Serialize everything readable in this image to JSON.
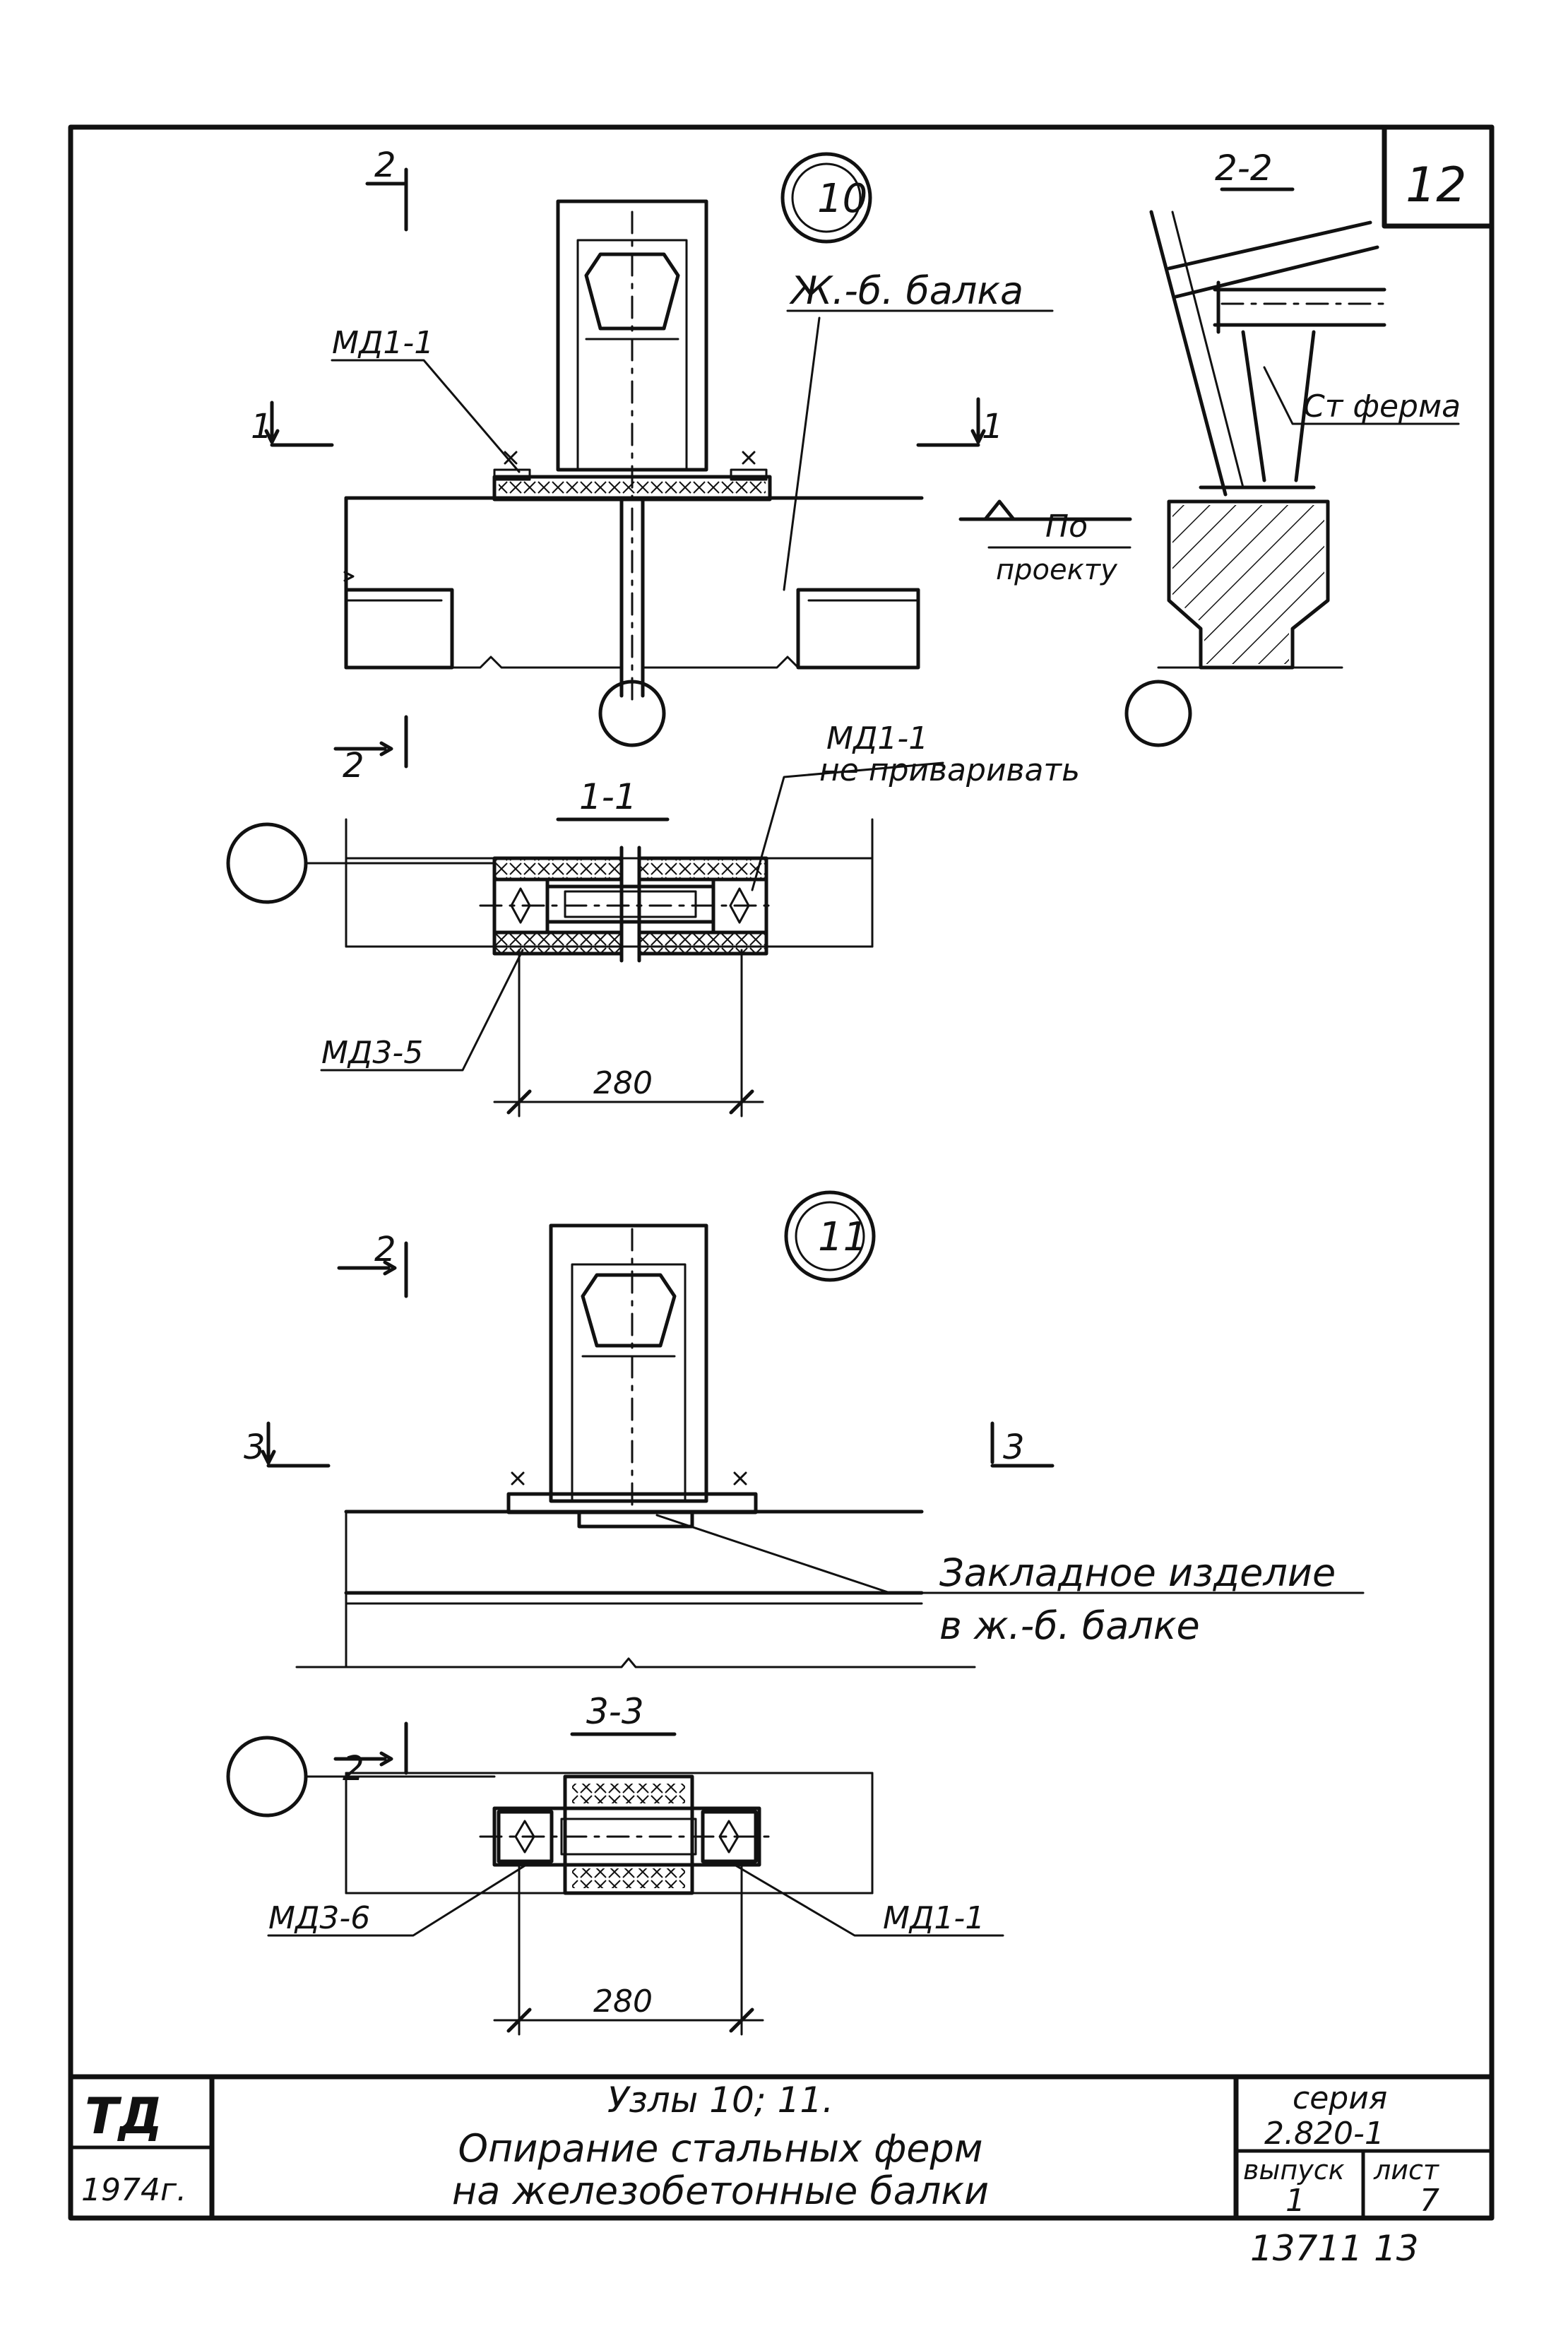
{
  "sheet_number": "12",
  "node_10": {
    "marker": "10",
    "section_mark_top": "2",
    "section_mark_left": "1",
    "section_mark_right": "1",
    "section_mark_bottom": "2",
    "label_plate": "МД1-1",
    "label_beam": "Ж.-б. балка"
  },
  "section_2_2": {
    "title": "2-2",
    "label_truss": "Ст ферма",
    "label_level_1": "По",
    "label_level_2": "проекту"
  },
  "section_1_1": {
    "title": "1-1",
    "label_plate_1": "МД1-1",
    "label_plate_2": "не приваривать",
    "label_embed": "МД3-5",
    "dimension": "280"
  },
  "node_11": {
    "marker": "11",
    "section_mark_top": "2",
    "section_mark_left": "3",
    "section_mark_right": "3",
    "section_mark_bottom": "2",
    "label_embed_1": "Закладное изделие",
    "label_embed_2": "в ж.-б. балке"
  },
  "section_3_3": {
    "title": "3-3",
    "label_embed": "МД3-6",
    "label_plate": "МД1-1",
    "dimension": "280"
  },
  "title_block": {
    "org": "ТД",
    "year": "1974г.",
    "title_line_1": "Узлы 10; 11.",
    "title_line_2": "Опирание стальных ферм",
    "title_line_3": "на железобетонные балки",
    "series_label": "серия",
    "series_value": "2.820-1",
    "issue_label": "выпуск",
    "issue_value": "1",
    "sheet_label": "лист",
    "sheet_value": "7"
  },
  "footer_code": "13711 13"
}
